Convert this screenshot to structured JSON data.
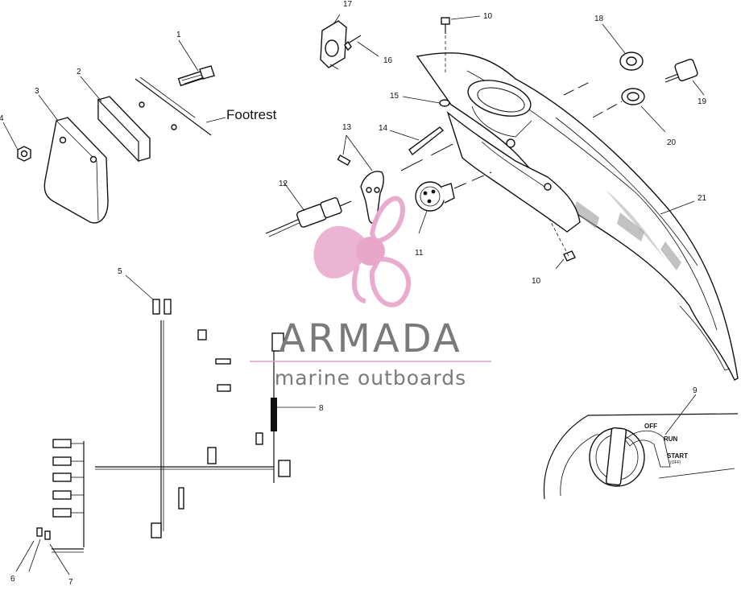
{
  "diagram": {
    "callouts": [
      {
        "id": "c1",
        "text": "1"
      },
      {
        "id": "c2",
        "text": "2"
      },
      {
        "id": "c3",
        "text": "3"
      },
      {
        "id": "c4",
        "text": "4"
      },
      {
        "id": "c5",
        "text": "5"
      },
      {
        "id": "c6",
        "text": "6"
      },
      {
        "id": "c7",
        "text": "7"
      },
      {
        "id": "c8",
        "text": "8"
      },
      {
        "id": "c9",
        "text": "9"
      },
      {
        "id": "c10a",
        "text": "10"
      },
      {
        "id": "c10b",
        "text": "10"
      },
      {
        "id": "c11",
        "text": "11"
      },
      {
        "id": "c12",
        "text": "12"
      },
      {
        "id": "c13",
        "text": "13"
      },
      {
        "id": "c14",
        "text": "14"
      },
      {
        "id": "c15",
        "text": "15"
      },
      {
        "id": "c16",
        "text": "16"
      },
      {
        "id": "c17",
        "text": "17"
      },
      {
        "id": "c18",
        "text": "18"
      },
      {
        "id": "c19",
        "text": "19"
      },
      {
        "id": "c20",
        "text": "20"
      },
      {
        "id": "c21",
        "text": "21"
      }
    ],
    "footrest_label": "Footrest",
    "switch_labels": {
      "off": "OFF",
      "run": "RUN",
      "start": "START",
      "start_sub": "(OFF)"
    }
  },
  "watermark": {
    "title": "ARMADA",
    "subtitle": "marine outboards",
    "colors": {
      "logo_pink": "#e8a8cc",
      "logo_hub": "#e7a3c7",
      "text_gray": "#7a7a7a",
      "subtitle_pink": "#d8a0c4"
    }
  }
}
